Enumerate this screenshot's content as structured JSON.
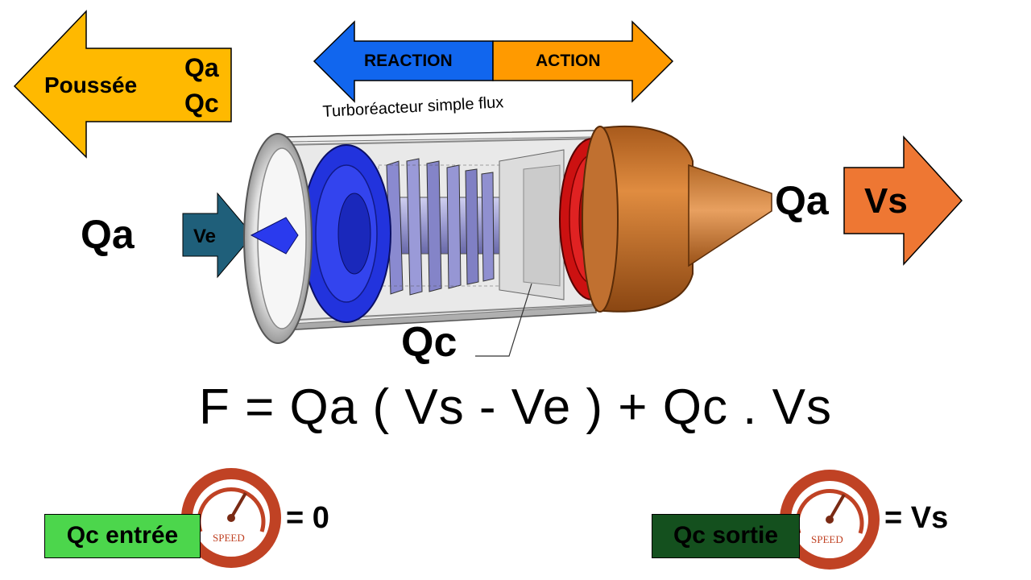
{
  "thrust_arrow": {
    "label": "Poussée",
    "flow_a": "Qa",
    "flow_c": "Qc",
    "color": "#FFB900"
  },
  "reaction_action_arrow": {
    "reaction": "REACTION",
    "action": "ACTION",
    "reaction_color": "#1166EE",
    "action_color": "#FF9A00"
  },
  "engine_caption": "Turboréacteur simple flux",
  "intake": {
    "flow": "Qa",
    "speed": "Ve",
    "arrow_color": "#1F5F7A"
  },
  "exhaust": {
    "flow": "Qa",
    "speed": "Vs",
    "arrow_color": "#EE7733"
  },
  "fuel_label": "Qc",
  "formula": "F = Qa ( Vs - Ve ) + Qc . Vs",
  "fuel_in": {
    "label": "Qc entrée",
    "value": "= 0",
    "color": "#4CD64C",
    "gauge_text": "SPEED"
  },
  "fuel_out": {
    "label": "Qc sortie",
    "value": "= Vs",
    "color": "#14501E",
    "gauge_text": "SPEED"
  },
  "colors": {
    "fan_blue": "#2233DD",
    "compressor": "#8888CC",
    "combustor_red": "#CC1111",
    "nozzle_bronze": "#C27832",
    "gauge_red": "#C04224"
  }
}
